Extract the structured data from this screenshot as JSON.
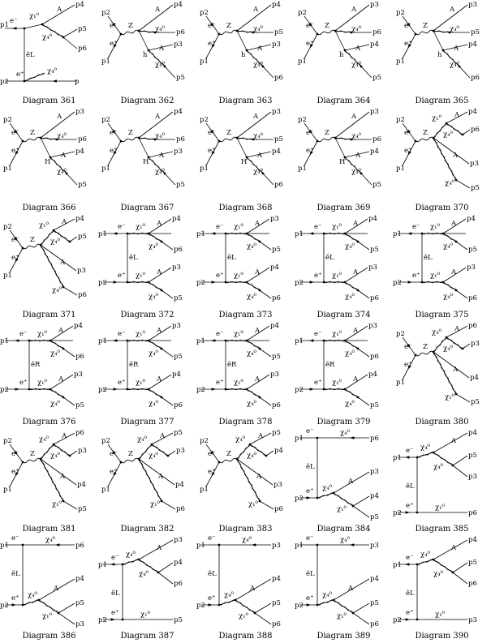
{
  "diagrams": [
    {
      "label": "Diagram 361",
      "topo": "T",
      "outs": [
        "p4",
        "p5",
        "p6"
      ],
      "ins": [
        "p1",
        "p2"
      ],
      "lab": {
        "x1": "χ₁⁰",
        "x2": "χ₄⁰",
        "x3": "χ₄⁰",
        "A": "A",
        "e1": "e⁻",
        "e2": "e⁺",
        "prop": "ẽL"
      }
    },
    {
      "label": "Diagram 362",
      "topo": "Zh",
      "outs": [
        "p4",
        "p6",
        "p3",
        "p5"
      ],
      "ins": [
        "p2",
        "p1"
      ],
      "lab": {
        "x1": "χ₄⁰",
        "x2": "χ₄⁰",
        "A": "A",
        "Z": "Z",
        "h": "h",
        "e1": "e⁻",
        "e2": "e⁺"
      }
    },
    {
      "label": "Diagram 363",
      "topo": "Zh",
      "outs": [
        "p4",
        "p5",
        "p3",
        "p6"
      ],
      "ins": [
        "p2",
        "p1"
      ],
      "lab": {
        "x1": "χ₄⁰",
        "x2": "χ₄⁰",
        "A": "A",
        "Z": "Z",
        "h": "h",
        "e1": "e⁻",
        "e2": "e⁺"
      }
    },
    {
      "label": "Diagram 364",
      "topo": "Zh",
      "outs": [
        "p3",
        "p6",
        "p4",
        "p5"
      ],
      "ins": [
        "p2",
        "p1"
      ],
      "lab": {
        "x1": "χ₄⁰",
        "x2": "χ₄⁰",
        "A": "A",
        "Z": "Z",
        "h": "h",
        "e1": "e⁻",
        "e2": "e⁺"
      }
    },
    {
      "label": "Diagram 365",
      "topo": "Zh",
      "outs": [
        "p3",
        "p5",
        "p4",
        "p6"
      ],
      "ins": [
        "p2",
        "p1"
      ],
      "lab": {
        "x1": "χ₄⁰",
        "x2": "χ₄⁰",
        "A": "A",
        "Z": "Z",
        "h": "h",
        "e1": "e⁻",
        "e2": "e⁺"
      }
    },
    {
      "label": "Diagram 366",
      "topo": "ZH",
      "outs": [
        "p3",
        "p6",
        "p4",
        "p5"
      ],
      "ins": [
        "p2",
        "p1"
      ],
      "lab": {
        "x1": "χ₄⁰",
        "x2": "χ₄⁰",
        "A": "A",
        "Z": "Z",
        "h": "H",
        "e1": "e⁻",
        "e2": "e⁺"
      }
    },
    {
      "label": "Diagram 367",
      "topo": "ZH",
      "outs": [
        "p4",
        "p6",
        "p3",
        "p5"
      ],
      "ins": [
        "p2",
        "p1"
      ],
      "lab": {
        "x1": "χ₄⁰",
        "x2": "χ₄⁰",
        "A": "A",
        "Z": "Z",
        "h": "H",
        "e1": "e⁻",
        "e2": "e⁺"
      }
    },
    {
      "label": "Diagram 368",
      "topo": "ZH",
      "outs": [
        "p3",
        "p5",
        "p4",
        "p6"
      ],
      "ins": [
        "p2",
        "p1"
      ],
      "lab": {
        "x1": "χ₄⁰",
        "x2": "χ₄⁰",
        "A": "A",
        "Z": "Z",
        "h": "H",
        "e1": "e⁻",
        "e2": "e⁺"
      }
    },
    {
      "label": "Diagram 369",
      "topo": "ZH",
      "outs": [
        "p3",
        "p6",
        "p4",
        "p5"
      ],
      "ins": [
        "p2",
        "p1"
      ],
      "lab": {
        "x1": "χ₄⁰",
        "x2": "χ₄⁰",
        "A": "A",
        "Z": "Z",
        "h": "H",
        "e1": "e⁻",
        "e2": "e⁺"
      }
    },
    {
      "label": "Diagram 370",
      "topo": "Zchi",
      "outs": [
        "p4",
        "p6",
        "p3",
        "p5"
      ],
      "ins": [
        "p2",
        "p1"
      ],
      "lab": {
        "x1": "χ₁⁰",
        "x2": "χ₄⁰",
        "x3": "χ₄⁰",
        "A": "A",
        "Z": "Z",
        "e1": "e⁻",
        "e2": "e⁺"
      }
    },
    {
      "label": "Diagram 371",
      "topo": "Zchi",
      "outs": [
        "p4",
        "p5",
        "p3",
        "p6"
      ],
      "ins": [
        "p2",
        "p1"
      ],
      "lab": {
        "x1": "χ₁⁰",
        "x2": "χ₄⁰",
        "x3": "χ₄⁰",
        "A": "A",
        "Z": "Z",
        "e1": "e⁻",
        "e2": "e⁺"
      }
    },
    {
      "label": "Diagram 372",
      "topo": "box",
      "outs": [
        "p4",
        "p6",
        "p3",
        "p5"
      ],
      "ins": [
        "p1",
        "p2"
      ],
      "lab": {
        "x1": "χ₁⁰",
        "x2": "χ₄⁰",
        "x3": "χ₁⁰",
        "x4": "χ₄⁰",
        "A": "A",
        "e1": "e⁻",
        "e2": "e⁺",
        "prop": "ẽL"
      }
    },
    {
      "label": "Diagram 373",
      "topo": "box",
      "outs": [
        "p3",
        "p5",
        "p4",
        "p6"
      ],
      "ins": [
        "p1",
        "p2"
      ],
      "lab": {
        "x1": "χ₁⁰",
        "x2": "χ₄⁰",
        "x3": "χ₁⁰",
        "x4": "χ₄⁰",
        "A": "A",
        "e1": "e⁻",
        "e2": "e⁺",
        "prop": "ẽL"
      }
    },
    {
      "label": "Diagram 374",
      "topo": "box",
      "outs": [
        "p4",
        "p5",
        "p3",
        "p6"
      ],
      "ins": [
        "p1",
        "p2"
      ],
      "lab": {
        "x1": "χ₁⁰",
        "x2": "χ₄⁰",
        "x3": "χ₁⁰",
        "x4": "χ₄⁰",
        "A": "A",
        "e1": "e⁻",
        "e2": "e⁺",
        "prop": "ẽL"
      }
    },
    {
      "label": "Diagram 375",
      "topo": "box",
      "outs": [
        "p4",
        "p5",
        "p3",
        "p6"
      ],
      "ins": [
        "p1",
        "p2"
      ],
      "lab": {
        "x1": "χ₁⁰",
        "x2": "χ₄⁰",
        "x3": "χ₁⁰",
        "x4": "χ₄⁰",
        "A": "A",
        "e1": "e⁻",
        "e2": "e⁺",
        "prop": "ẽL"
      }
    },
    {
      "label": "Diagram 376",
      "topo": "box",
      "outs": [
        "p4",
        "p6",
        "p3",
        "p5"
      ],
      "ins": [
        "p1",
        "p2"
      ],
      "lab": {
        "x1": "χ₁⁰",
        "x2": "χ₄⁰",
        "x3": "χ₁⁰",
        "x4": "χ₄⁰",
        "A": "A",
        "e1": "e⁻",
        "e2": "e⁺",
        "prop": "ẽR"
      }
    },
    {
      "label": "Diagram 377",
      "topo": "box",
      "outs": [
        "p3",
        "p5",
        "p4",
        "p6"
      ],
      "ins": [
        "p1",
        "p2"
      ],
      "lab": {
        "x1": "χ₁⁰",
        "x2": "χ₄⁰",
        "x3": "χ₁⁰",
        "x4": "χ₄⁰",
        "A": "A",
        "e1": "e⁻",
        "e2": "e⁺",
        "prop": "ẽR"
      }
    },
    {
      "label": "Diagram 378",
      "topo": "box",
      "outs": [
        "p4",
        "p5",
        "p3",
        "p6"
      ],
      "ins": [
        "p1",
        "p2"
      ],
      "lab": {
        "x1": "χ₁⁰",
        "x2": "χ₄⁰",
        "x3": "χ₁⁰",
        "x4": "χ₄⁰",
        "A": "A",
        "e1": "e⁻",
        "e2": "e⁺",
        "prop": "ẽR"
      }
    },
    {
      "label": "Diagram 379",
      "topo": "box",
      "outs": [
        "p3",
        "p6",
        "p4",
        "p5"
      ],
      "ins": [
        "p1",
        "p2"
      ],
      "lab": {
        "x1": "χ₁⁰",
        "x2": "χ₄⁰",
        "x3": "χ₁⁰",
        "x4": "χ₄⁰",
        "A": "A",
        "e1": "e⁻",
        "e2": "e⁺",
        "prop": "ẽR"
      }
    },
    {
      "label": "Diagram 380",
      "topo": "Zchi",
      "outs": [
        "p6",
        "p3",
        "p4",
        "p5"
      ],
      "ins": [
        "p2",
        "p1"
      ],
      "lab": {
        "x1": "χ₄⁰",
        "x2": "χ₄⁰",
        "x3": "χ₁⁰",
        "A": "A",
        "Z": "Z",
        "e1": "e⁻",
        "e2": "e⁺"
      }
    },
    {
      "label": "Diagram 381",
      "topo": "Zchi",
      "outs": [
        "p6",
        "p3",
        "p4",
        "p5"
      ],
      "ins": [
        "p2",
        "p1"
      ],
      "lab": {
        "x1": "χ₄⁰",
        "x2": "χ₄⁰",
        "x3": "χ₁⁰",
        "A": "A",
        "Z": "Z",
        "e1": "e⁻",
        "e2": "e⁺"
      }
    },
    {
      "label": "Diagram 382",
      "topo": "Zchi",
      "outs": [
        "p5",
        "p3",
        "p4",
        "p6"
      ],
      "ins": [
        "p2",
        "p1"
      ],
      "lab": {
        "x1": "χ₄⁰",
        "x2": "χ₄⁰",
        "x3": "χ₁⁰",
        "A": "A",
        "Z": "Z",
        "e1": "e⁻",
        "e2": "e⁺"
      }
    },
    {
      "label": "Diagram 383",
      "topo": "Zchi",
      "outs": [
        "p5",
        "p4",
        "p3",
        "p6"
      ],
      "ins": [
        "p2",
        "p1"
      ],
      "lab": {
        "x1": "χ₄⁰",
        "x2": "χ₄⁰",
        "x3": "χ₁⁰",
        "A": "A",
        "Z": "Z",
        "e1": "e⁻",
        "e2": "e⁺"
      }
    },
    {
      "label": "Diagram 384",
      "topo": "Tlow",
      "outs": [
        "p6",
        "p3",
        "p4",
        "p5"
      ],
      "ins": [
        "p1",
        "p2"
      ],
      "lab": {
        "x1": "χ₄⁰",
        "x2": "χ₄⁰",
        "x3": "χ₁⁰",
        "A": "A",
        "e1": "e⁻",
        "e2": "e⁺",
        "prop": "ẽL"
      }
    },
    {
      "label": "Diagram 385",
      "topo": "Thigh",
      "outs": [
        "p4",
        "p5",
        "p3",
        "p6"
      ],
      "ins": [
        "p1",
        "p2"
      ],
      "lab": {
        "x1": "χ₄⁰",
        "x2": "χ₄⁰",
        "x3": "χ₁⁰",
        "A": "A",
        "e1": "e⁻",
        "e2": "e⁺",
        "prop": "ẽL"
      }
    },
    {
      "label": "Diagram 386",
      "topo": "Tlow",
      "outs": [
        "p6",
        "p4",
        "p5",
        "p3"
      ],
      "ins": [
        "p1",
        "p2"
      ],
      "lab": {
        "x1": "χ₄⁰",
        "x2": "χ₄⁰",
        "x3": "χ₁⁰",
        "A": "A",
        "e1": "e⁻",
        "e2": "e⁺",
        "prop": "ẽL"
      }
    },
    {
      "label": "Diagram 387",
      "topo": "Thigh",
      "outs": [
        "p3",
        "p4",
        "p6",
        "p5"
      ],
      "ins": [
        "p1",
        "p2"
      ],
      "lab": {
        "x1": "χ₄⁰",
        "x2": "χ₄⁰",
        "x3": "χ₁⁰",
        "A": "A",
        "e1": "e⁻",
        "e2": "e⁺",
        "prop": "ẽL"
      }
    },
    {
      "label": "Diagram 388",
      "topo": "Tlow",
      "outs": [
        "p3",
        "p4",
        "p5",
        "p6"
      ],
      "ins": [
        "p1",
        "p2"
      ],
      "lab": {
        "x1": "χ₄⁰",
        "x2": "χ₄⁰",
        "x3": "χ₁⁰",
        "A": "A",
        "e1": "e⁻",
        "e2": "e⁺",
        "prop": "ẽL"
      }
    },
    {
      "label": "Diagram 389",
      "topo": "Tlow",
      "outs": [
        "p3",
        "p4",
        "p5",
        "p6"
      ],
      "ins": [
        "p1",
        "p2"
      ],
      "lab": {
        "x1": "χ₄⁰",
        "x2": "χ₄⁰",
        "x3": "χ₁⁰",
        "A": "A",
        "e1": "e⁻",
        "e2": "e⁺",
        "prop": "ẽL"
      }
    },
    {
      "label": "Diagram 390",
      "topo": "Thigh",
      "outs": [
        "p4",
        "p5",
        "p6",
        "p3"
      ],
      "ins": [
        "p1",
        "p2"
      ],
      "lab": {
        "x1": "χ₄⁰",
        "x2": "χ₄⁰",
        "x3": "χ₁⁰",
        "A": "A",
        "e1": "e⁻",
        "e2": "e⁺",
        "prop": "ẽL"
      }
    }
  ]
}
